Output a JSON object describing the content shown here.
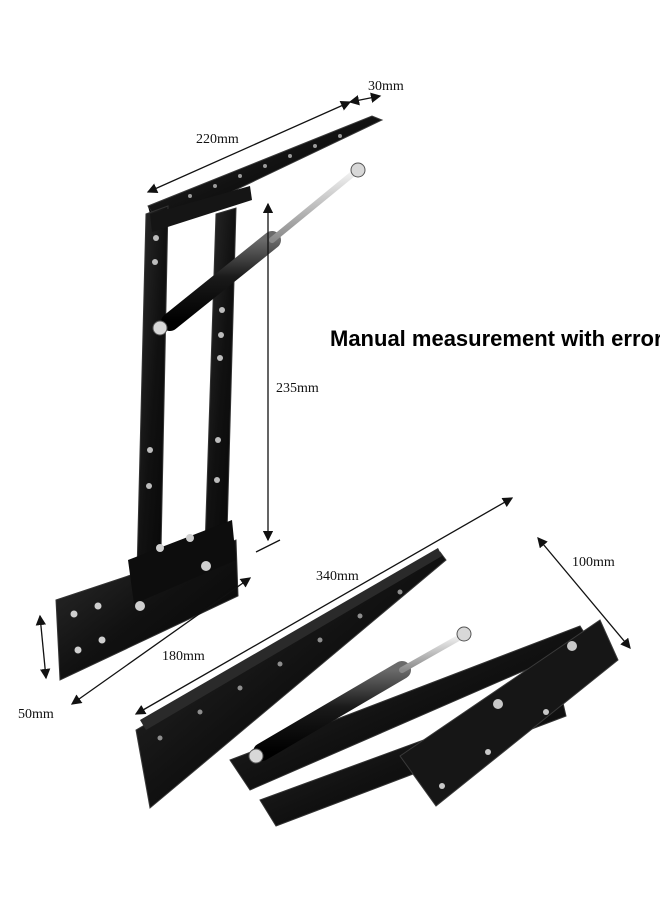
{
  "note": "Manual measurement with errors",
  "dimensions": {
    "top_width": "220mm",
    "top_depth": "30mm",
    "height": "235mm",
    "base_length": "180mm",
    "base_height": "50mm",
    "folded_length": "340mm",
    "folded_width": "100mm"
  },
  "colors": {
    "metal": "#121212",
    "metal_edge": "#3a3a3a",
    "highlight": "#5a5a5a",
    "chrome": "#cfcfcf",
    "line": "#111111"
  }
}
